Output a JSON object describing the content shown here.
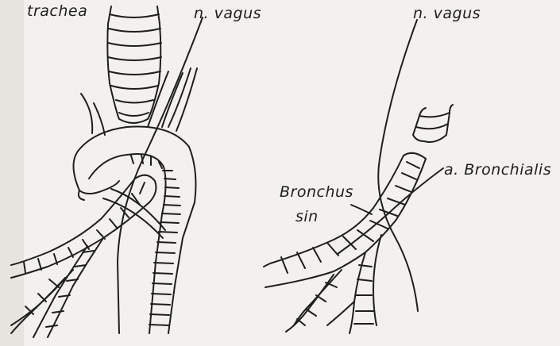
{
  "labels": {
    "trachea": "trachea",
    "vagus_left": "n. vagus",
    "vagus_right": "n. vagus",
    "bronchialis": "a. Bronchialis",
    "bronchus_line1": "Bronchus",
    "bronchus_line2": "sin"
  },
  "colors": {
    "paper": "#f3f1ee",
    "ink": "#1e1e1e"
  }
}
